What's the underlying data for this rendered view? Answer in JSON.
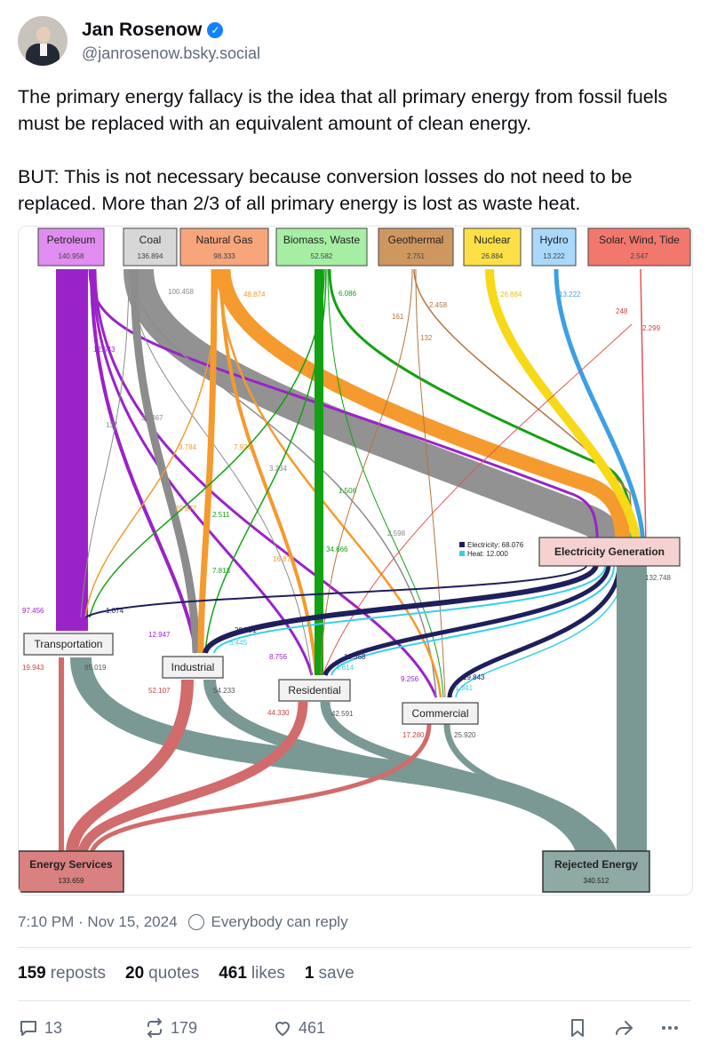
{
  "author": {
    "display_name": "Jan Rosenow",
    "verified_icon": "verified-check-icon",
    "handle": "@janrosenow.bsky.social"
  },
  "post": {
    "paragraph1": "The primary energy fallacy is the idea that all primary energy from fossil fuels must be replaced with an equivalent amount of clean energy.",
    "paragraph2": "BUT: This is not necessary because conversion losses do not need to be replaced. More than 2/3 of all primary energy is lost as waste heat."
  },
  "chart_data": {
    "type": "sankey",
    "sources": [
      {
        "name": "Petroleum",
        "value": "140.958",
        "color": "#e08cf0"
      },
      {
        "name": "Coal",
        "value": "136.894",
        "color": "#d7d7d7"
      },
      {
        "name": "Natural Gas",
        "value": "98.333",
        "color": "#f7a57b"
      },
      {
        "name": "Biomass, Waste",
        "value": "52.582",
        "color": "#a6eea3"
      },
      {
        "name": "Geothermal",
        "value": "2.751",
        "color": "#cf9760"
      },
      {
        "name": "Nuclear",
        "value": "26.884",
        "color": "#fde047"
      },
      {
        "name": "Hydro",
        "value": "13.222",
        "color": "#a9d8fa"
      },
      {
        "name": "Solar, Wind, Tide",
        "value": "2.547",
        "color": "#f2786e"
      }
    ],
    "middle_nodes": [
      {
        "name": "Electricity Generation"
      },
      {
        "name": "Transportation"
      },
      {
        "name": "Industrial"
      },
      {
        "name": "Residential"
      },
      {
        "name": "Commercial"
      }
    ],
    "sinks": [
      {
        "name": "Energy Services",
        "value": "133.659"
      },
      {
        "name": "Rejected Energy",
        "value": "340.512"
      }
    ],
    "legend": [
      {
        "label": "Electricity: 68.076",
        "color": "#1f1f5c"
      },
      {
        "label": "Heat: 12.000",
        "color": "#38d0e8"
      }
    ],
    "flow_labels": {
      "coal_elec": "100.458",
      "gas_elec": "48.874",
      "bio_elec": "6.086",
      "geo_elec": "2.458",
      "geo_res": "161",
      "geo_com": "132",
      "nuc_elec": "26.884",
      "hydro_elec": "13.222",
      "solar_res": "248",
      "solar_elec": "2.299",
      "pet_elec": "12.543",
      "pet_res": "137",
      "coal_ind": "30.467",
      "gas_trans": "3.784",
      "gas_res": "7.924",
      "coal_com": "3.234",
      "gas_ind": "20.877",
      "bio_ind": "2.511",
      "bio_res": "1.506",
      "coal_res": "2.598",
      "bio_trans": "7.813",
      "gas_com": "16.874",
      "pet_ind": "34.666",
      "pet_trans": "97.456",
      "elec_trans": "1.074",
      "trans_es": "19.943",
      "trans_re": "85.019",
      "pet_ind2": "12.947",
      "elec_ind": "28.791",
      "heat_ind": "5.445",
      "ind_es": "52.107",
      "ind_re": "54.233",
      "pet_res2": "8.756",
      "elec_res": "18.368",
      "heat_res": "4.614",
      "res_es": "44.330",
      "res_re": "42.591",
      "pet_com": "9.256",
      "elec_com": "19.843",
      "heat_com": "1.941",
      "com_es": "17.280",
      "com_re": "25.920",
      "elec_re": "132.748"
    }
  },
  "meta": {
    "timestamp": "7:10 PM · Nov 15, 2024",
    "globe_icon": "globe-icon",
    "reply_setting": "Everybody can reply"
  },
  "stats": {
    "reposts_count": "159",
    "reposts_label": "reposts",
    "quotes_count": "20",
    "quotes_label": "quotes",
    "likes_count": "461",
    "likes_label": "likes",
    "saves_count": "1",
    "saves_label": "save"
  },
  "actions": {
    "reply_count": "13",
    "repost_count": "179",
    "like_count": "461"
  }
}
